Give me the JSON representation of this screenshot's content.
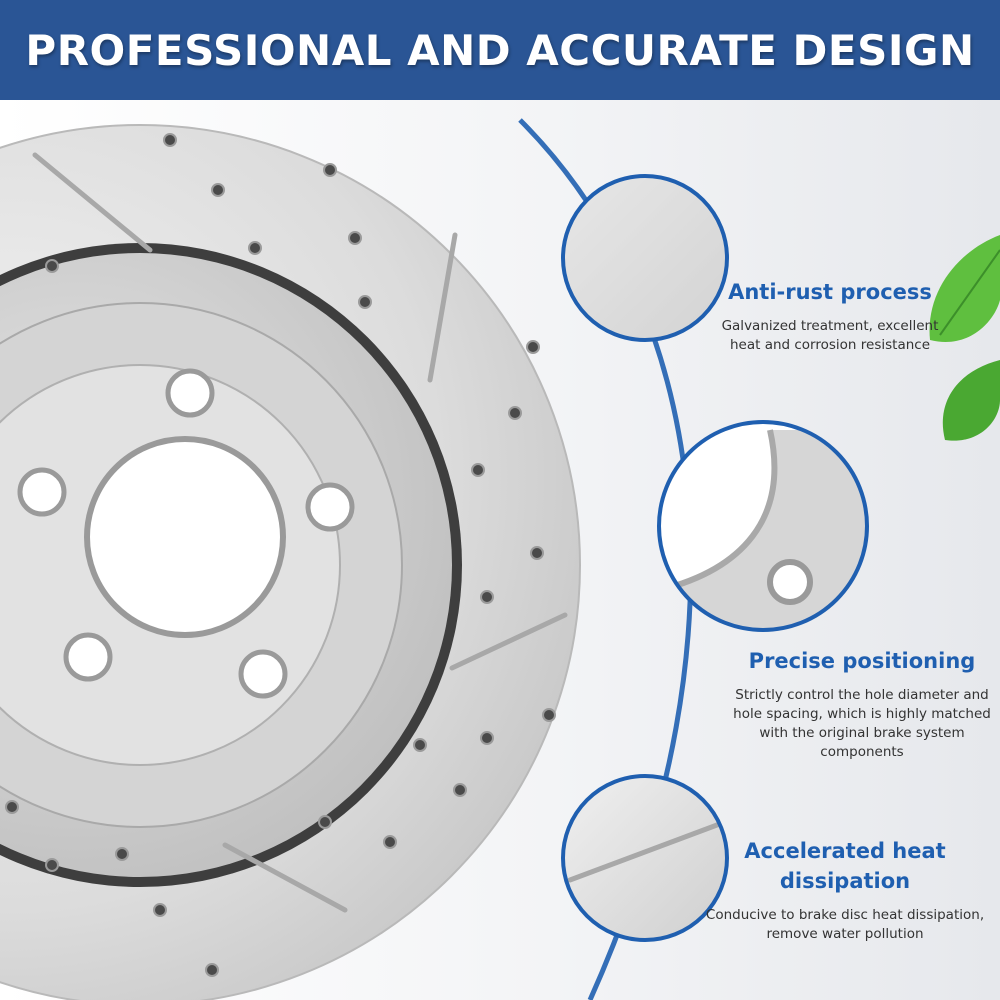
{
  "header": {
    "title": "PROFESSIONAL AND ACCURATE DESIGN"
  },
  "colors": {
    "banner": "#2a5595",
    "accent": "#1f5fb0",
    "leaf": "#5fbf3f"
  },
  "features": [
    {
      "title": "Anti-rust process",
      "description": "Galvanized treatment, excellent heat and corrosion resistance"
    },
    {
      "title": "Precise positioning",
      "description": "Strictly control the hole diameter and hole spacing, which is highly matched with the original brake system components"
    },
    {
      "title": "Accelerated heat dissipation",
      "description": "Conducive to brake disc heat dissipation, remove water pollution"
    }
  ]
}
